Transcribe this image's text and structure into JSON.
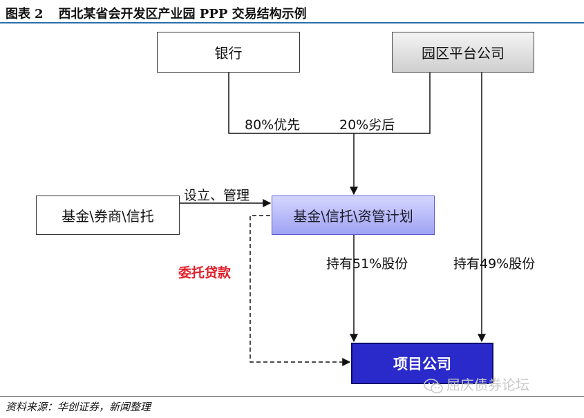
{
  "figure": {
    "label": "图表",
    "number": "2",
    "title": "西北某省会开发区产业园 PPP 交易结构示例"
  },
  "nodes": {
    "bank": "银行",
    "park_platform": "园区平台公司",
    "fund_broker_trust": "基金\\券商\\信托",
    "fund_trust_plan": "基金\\信托\\资管计划",
    "project_company": "项目公司"
  },
  "edges": {
    "senior": "80%优先",
    "junior": "20%劣后",
    "setup_manage": "设立、管理",
    "entrusted_loan": "委托贷款",
    "stake_51": "持有51%股份",
    "stake_49": "持有49%股份"
  },
  "colors": {
    "rule": "#2a6fa8",
    "plan_fill": "#a9acf4",
    "project_fill": "#2a2acb",
    "entrusted_loan_text": "#e0202a"
  },
  "watermark": "屈庆债券论坛",
  "source": "资料来源：华创证券，新闻整理"
}
